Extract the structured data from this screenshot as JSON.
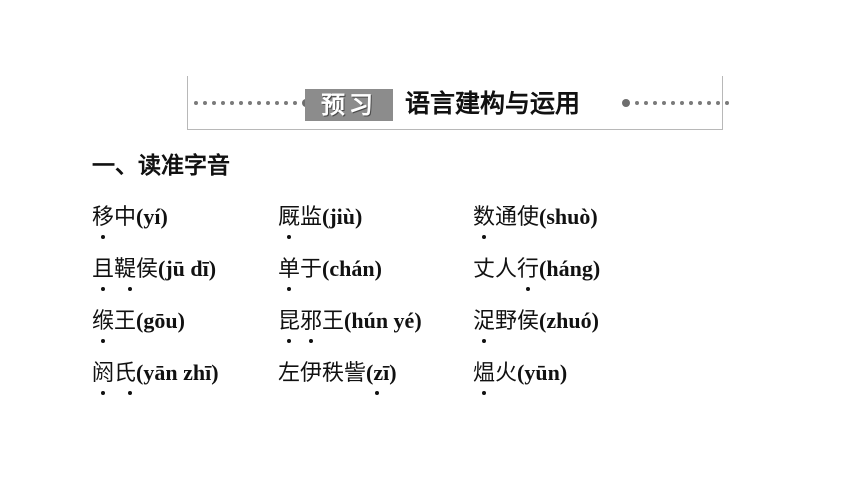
{
  "banner": {
    "badge": "预习",
    "title": "语言建构与运用"
  },
  "section": {
    "heading": "一、读准字音"
  },
  "rows": [
    [
      {
        "word": "移中",
        "pinyin": "(yí)"
      },
      {
        "word": "厩监",
        "pinyin": "(jiù)"
      },
      {
        "word": "数通使",
        "pinyin": "(shuò)"
      }
    ],
    [
      {
        "word": "且鞮侯",
        "pinyin": "(jū dī)"
      },
      {
        "word": "单于",
        "pinyin": "(chán)"
      },
      {
        "word": "丈人行",
        "pinyin": "(háng)"
      }
    ],
    [
      {
        "word": "缑王",
        "pinyin": "(gōu)"
      },
      {
        "word": "昆邪王",
        "pinyin": "(hún yé)"
      },
      {
        "word": "浞野侯",
        "pinyin": "(zhuó)"
      }
    ],
    [
      {
        "word": "阏氏",
        "pinyin": "(yān zhī)"
      },
      {
        "word": "左伊秩訾",
        "pinyin": "(zī)"
      },
      {
        "word": "煴火",
        "pinyin": "(yūn)"
      }
    ]
  ]
}
